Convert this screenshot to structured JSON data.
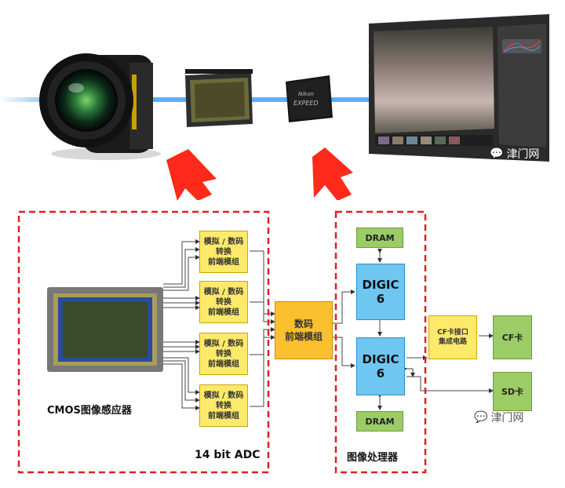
{
  "camera_row": {
    "lens": "lens",
    "sensor_module": "sensor",
    "processor_chip": {
      "brand": "Nikon",
      "model": "EXPEED"
    },
    "monitor_watermark": "津门网"
  },
  "diagram": {
    "adc_modules": [
      {
        "label": "模拟 / 数码\n转换\n前端模组"
      },
      {
        "label": "模拟 / 数码\n转换\n前端模组"
      },
      {
        "label": "模拟 / 数码\n转换\n前端模组"
      },
      {
        "label": "模拟 / 数码\n转换\n前端模组"
      }
    ],
    "digital_frontend": "数码\n前端模组",
    "digic_top": "DIGIC 6",
    "digic_bottom": "DIGIC 6",
    "dram_top": "DRAM",
    "dram_bottom": "DRAM",
    "cf_interface": "CF卡接口\n集成电路",
    "cf_card": "CF卡",
    "sd_card": "SD卡",
    "sensor_label": "CMOS图像感应器",
    "adc_group_label": "14 bit ADC",
    "processor_group_label": "图像处理器",
    "watermark": "津门网"
  },
  "colors": {
    "arrow_red": "#ff2a1a",
    "dashed_border": "#e02020",
    "adc_fill": "#fde96a",
    "frontend_fill": "#fbc02d",
    "digic_fill": "#6ec6f1",
    "dram_fill": "#9ccc65"
  }
}
